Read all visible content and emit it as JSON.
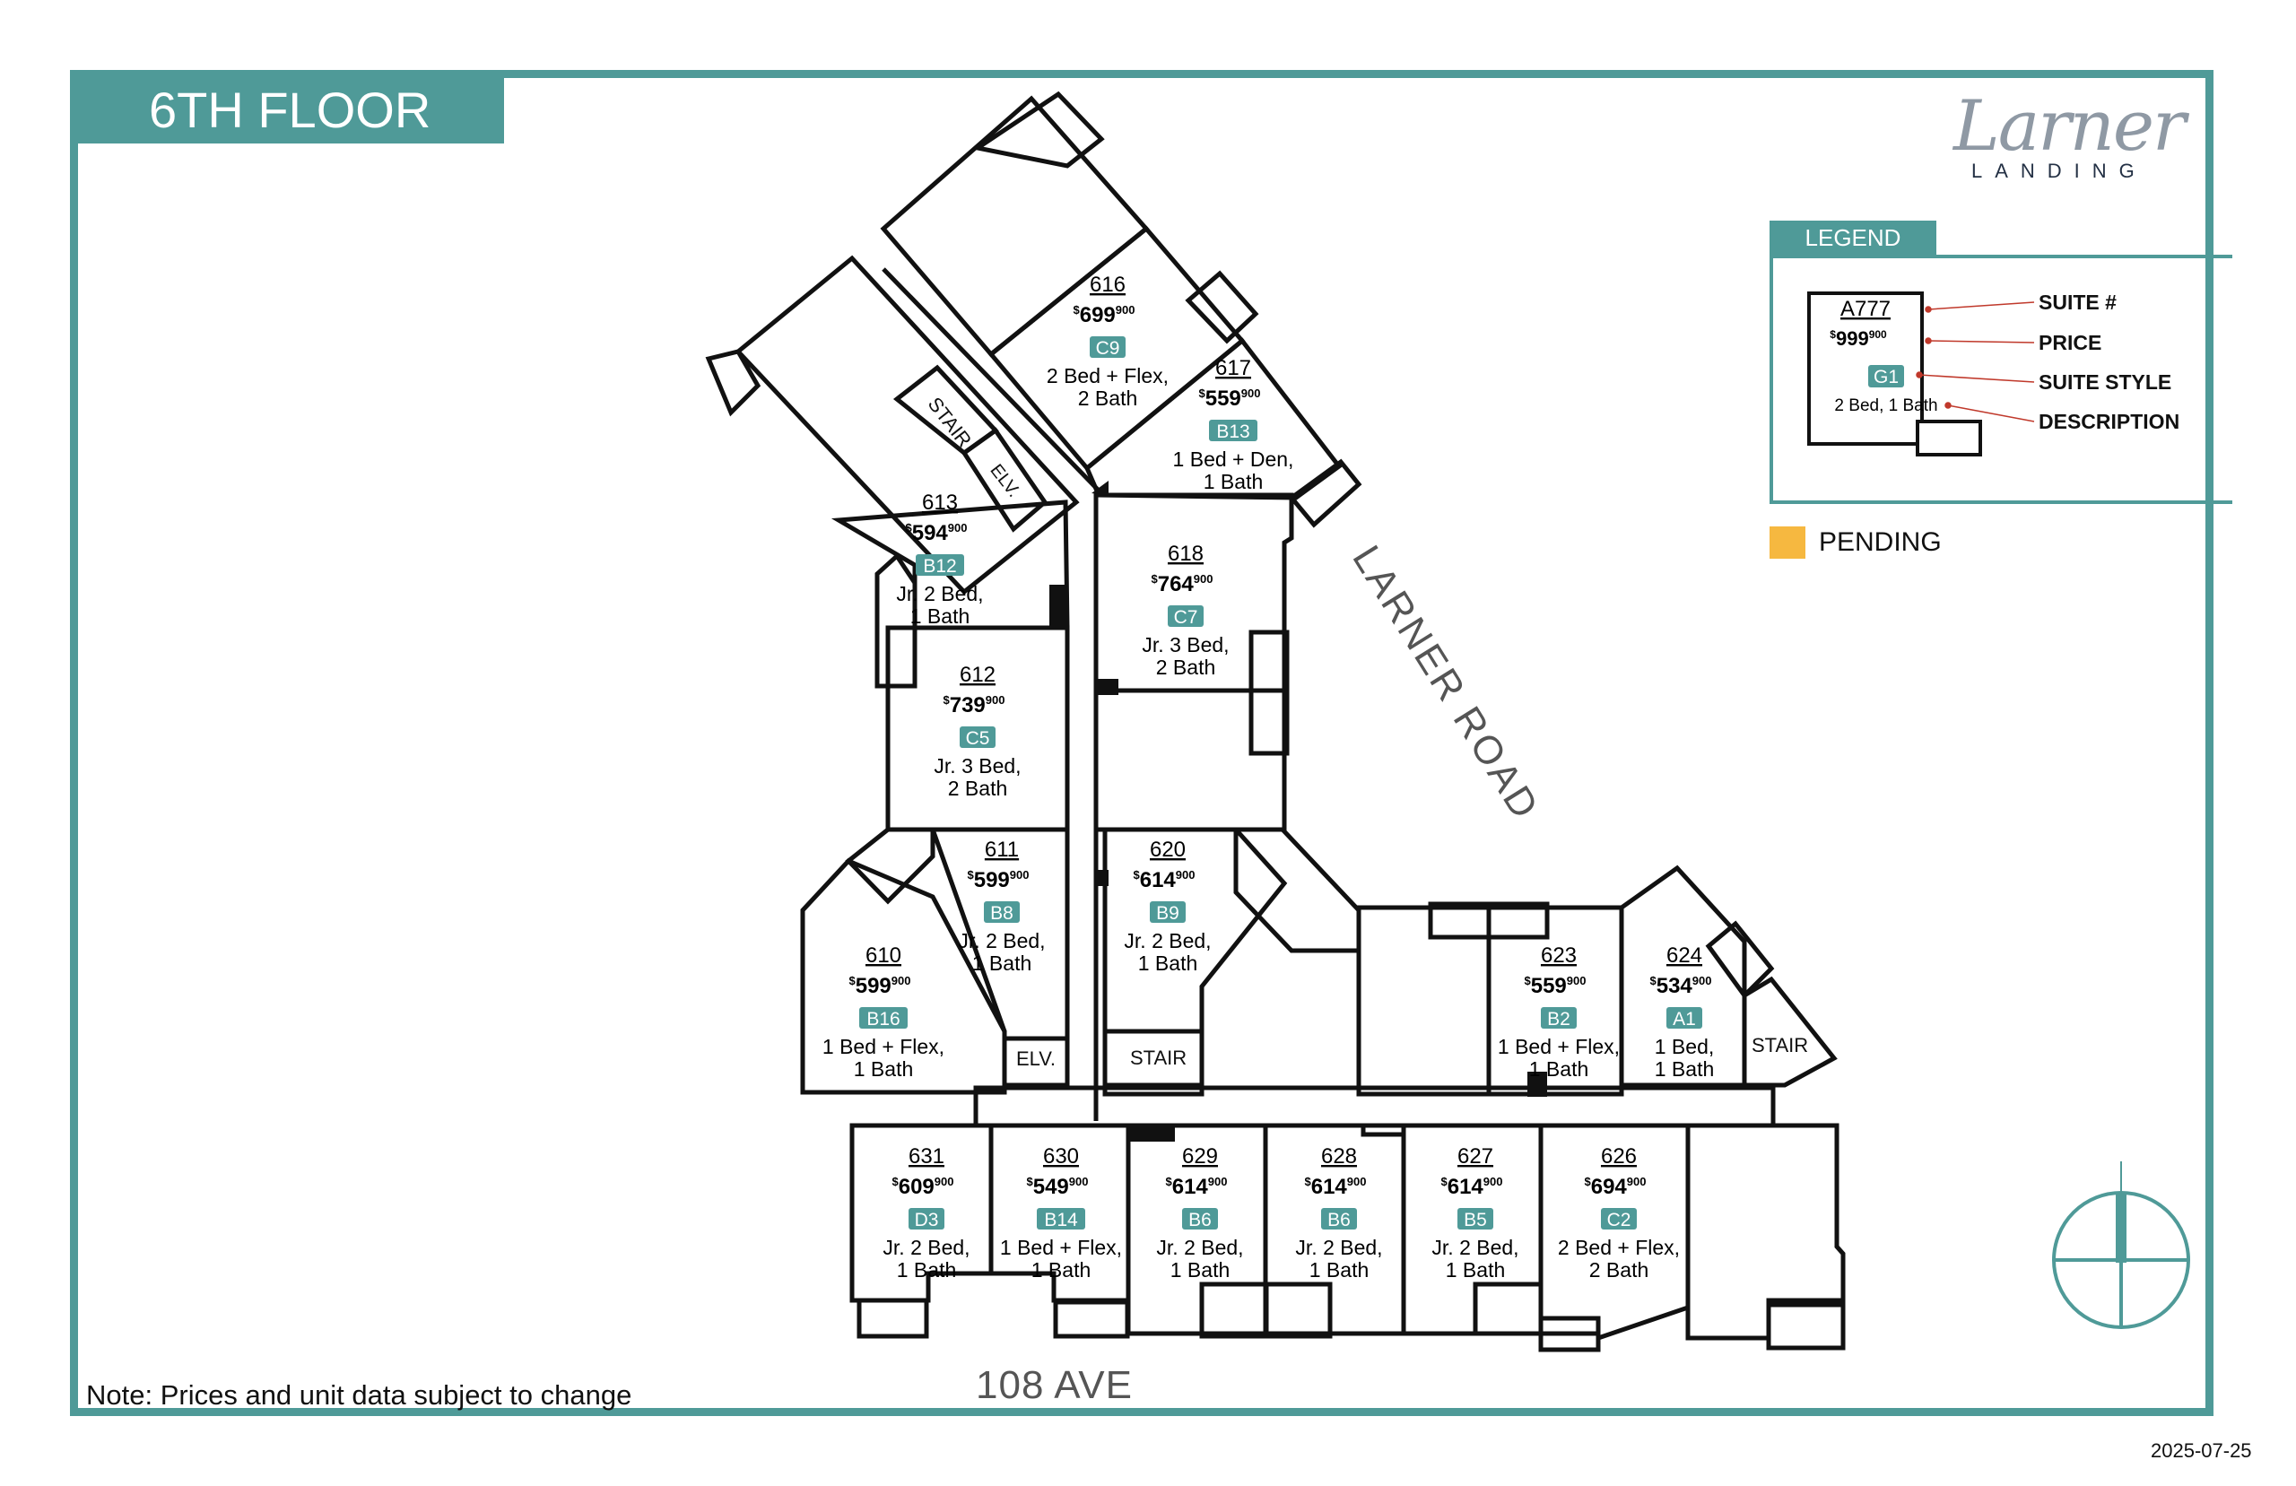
{
  "header": {
    "floor_title": "6TH FLOOR"
  },
  "logo": {
    "script": "Larner",
    "sub": "LANDING"
  },
  "legend": {
    "title": "LEGEND",
    "sample": {
      "suite": "A777",
      "price_main": "999",
      "price_sup": "900",
      "style": "G1",
      "description": "2 Bed, 1 Bath"
    },
    "keys": [
      "SUITE #",
      "PRICE",
      "SUITE STYLE",
      "DESCRIPTION"
    ],
    "pending_label": "PENDING",
    "colors": {
      "teal": "#4f9a98",
      "pending": "#f6b840",
      "leader": "#c0392b"
    }
  },
  "streets": {
    "side": "LARNER ROAD",
    "bottom": "108 AVE"
  },
  "labels": {
    "stair": "STAIR",
    "elv": "ELV."
  },
  "note": "Note: Prices and unit data subject to change",
  "date": "2025-07-25",
  "units": [
    {
      "id": "616",
      "price_main": "699",
      "price_sup": "900",
      "style": "C9",
      "desc": [
        "2 Bed + Flex,",
        "2 Bath"
      ]
    },
    {
      "id": "617",
      "price_main": "559",
      "price_sup": "900",
      "style": "B13",
      "desc": [
        "1 Bed + Den,",
        "1 Bath"
      ]
    },
    {
      "id": "613",
      "price_main": "594",
      "price_sup": "900",
      "style": "B12",
      "desc": [
        "Jr. 2 Bed,",
        "1 Bath"
      ]
    },
    {
      "id": "618",
      "price_main": "764",
      "price_sup": "900",
      "style": "C7",
      "desc": [
        "Jr. 3 Bed,",
        "2 Bath"
      ]
    },
    {
      "id": "612",
      "price_main": "739",
      "price_sup": "900",
      "style": "C5",
      "desc": [
        "Jr. 3 Bed,",
        "2 Bath"
      ]
    },
    {
      "id": "611",
      "price_main": "599",
      "price_sup": "900",
      "style": "B8",
      "desc": [
        "Jr. 2 Bed,",
        "1 Bath"
      ]
    },
    {
      "id": "620",
      "price_main": "614",
      "price_sup": "900",
      "style": "B9",
      "desc": [
        "Jr. 2 Bed,",
        "1 Bath"
      ]
    },
    {
      "id": "610",
      "price_main": "599",
      "price_sup": "900",
      "style": "B16",
      "desc": [
        "1 Bed + Flex,",
        "1 Bath"
      ]
    },
    {
      "id": "623",
      "price_main": "559",
      "price_sup": "900",
      "style": "B2",
      "desc": [
        "1 Bed + Flex,",
        "1 Bath"
      ]
    },
    {
      "id": "624",
      "price_main": "534",
      "price_sup": "900",
      "style": "A1",
      "desc": [
        "1 Bed,",
        "1 Bath"
      ]
    },
    {
      "id": "631",
      "price_main": "609",
      "price_sup": "900",
      "style": "D3",
      "desc": [
        "Jr. 2 Bed,",
        "1 Bath"
      ]
    },
    {
      "id": "630",
      "price_main": "549",
      "price_sup": "900",
      "style": "B14",
      "desc": [
        "1 Bed + Flex,",
        "1 Bath"
      ]
    },
    {
      "id": "629",
      "price_main": "614",
      "price_sup": "900",
      "style": "B6",
      "desc": [
        "Jr. 2 Bed,",
        "1 Bath"
      ]
    },
    {
      "id": "628",
      "price_main": "614",
      "price_sup": "900",
      "style": "B6",
      "desc": [
        "Jr. 2 Bed,",
        "1 Bath"
      ]
    },
    {
      "id": "627",
      "price_main": "614",
      "price_sup": "900",
      "style": "B5",
      "desc": [
        "Jr. 2 Bed,",
        "1 Bath"
      ]
    },
    {
      "id": "626",
      "price_main": "694",
      "price_sup": "900",
      "style": "C2",
      "desc": [
        "2 Bed + Flex,",
        "2 Bath"
      ]
    }
  ]
}
